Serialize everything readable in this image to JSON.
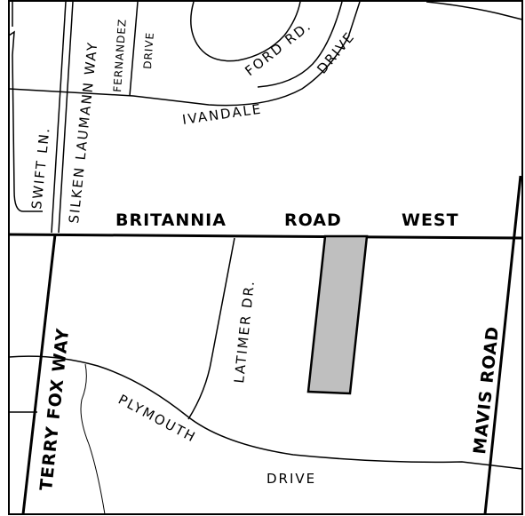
{
  "map": {
    "colors": {
      "background": "#ffffff",
      "road_line": "#000000",
      "site_fill": "#bfbfbf"
    },
    "labels": {
      "britannia": "BRITANNIA",
      "road": "ROAD",
      "west": "WEST",
      "terry_fox_way": "TERRY FOX WAY",
      "mavis_road": "MAVIS ROAD",
      "swift_ln": "SWIFT LN.",
      "silken_laumann_way": "SILKEN LAUMANN WAY",
      "fernandez": "FERNANDEZ",
      "drive_fernandez": "DRIVE",
      "ford_rd": "FORD RD.",
      "drive_ivandale": "DRIVE",
      "ivandale": "IVANDALE",
      "latimer_dr": "LATIMER DR.",
      "plymouth": "PLYMOUTH",
      "drive_plymouth": "DRIVE"
    }
  }
}
